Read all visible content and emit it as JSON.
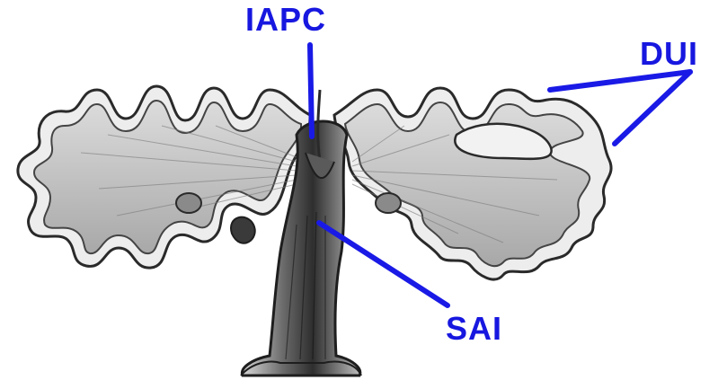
{
  "colors": {
    "label": "#1717e0",
    "leader": "#1a1ae6",
    "outline": "#2a2a2a",
    "fill": "#eeeeee",
    "shade": "#9a9a9a",
    "dark": "#3a3a3a"
  },
  "labels": {
    "iapc": "IAPC",
    "dui": "DUI",
    "sai": "SAI"
  }
}
